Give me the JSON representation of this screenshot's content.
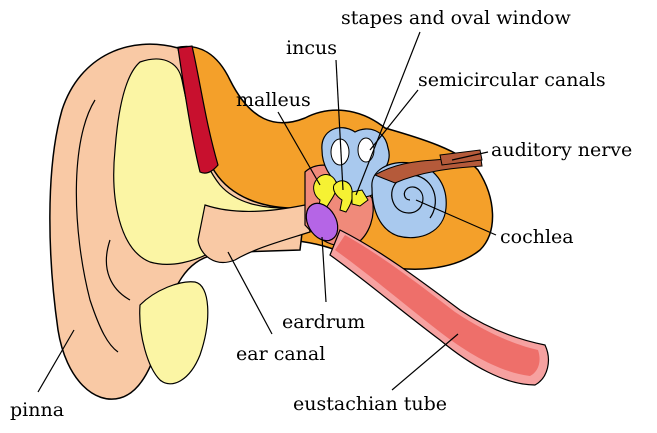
{
  "labels": {
    "stapes": "stapes and oval window",
    "incus": "incus",
    "semicircular": "semicircular canals",
    "malleus": "malleus",
    "auditory_nerve": "auditory nerve",
    "cochlea": "cochlea",
    "eardrum": "eardrum",
    "ear_canal": "ear canal",
    "pinna": "pinna",
    "eustachian": "eustachian tube"
  },
  "colors": {
    "skin": "#f9c9a5",
    "canal": "#fbf5a4",
    "bone": "#f4a02a",
    "red": "#c8102e",
    "tube": "#ee6f6a",
    "tube_light": "#f6a1a0",
    "blue": "#a9c9ee",
    "yellow": "#f6f233",
    "purple": "#b565e6",
    "nerve": "#b55a3a"
  }
}
